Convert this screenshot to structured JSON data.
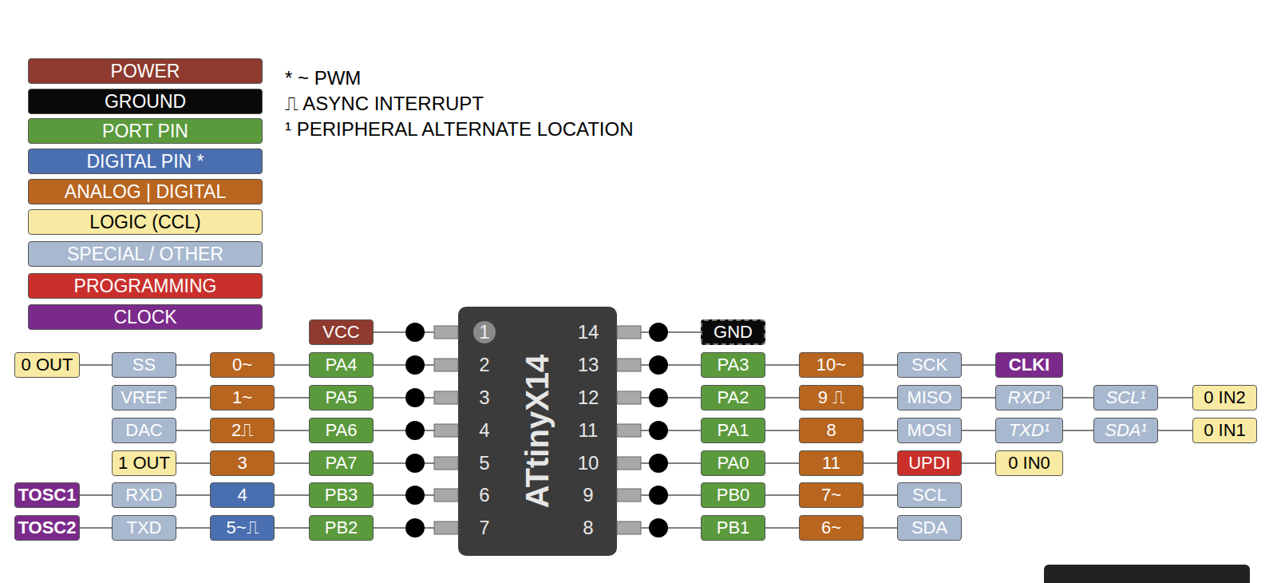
{
  "diagram": {
    "nodes": [
      {
        "text": [
          "ATtinyX14"
        ]
      },
      {
        "text": [
          "1"
        ],
        "in": 0
      },
      {
        "text": [
          "VCC"
        ]
      },
      {
        "text": [
          "GND"
        ]
      },
      {
        "text": [
          "0 OUT"
        ]
      },
      {
        "text": [
          "SS"
        ]
      },
      {
        "text": [
          "0~"
        ]
      },
      {
        "text": [
          "PA4"
        ]
      },
      {
        "text": [
          "PA3"
        ]
      },
      {
        "text": [
          "10~"
        ]
      },
      {
        "text": [
          "SCK"
        ]
      },
      {
        "text": [
          "CLKI"
        ]
      },
      {
        "text": [
          "VREF"
        ]
      },
      {
        "text": [
          "1~"
        ]
      },
      {
        "text": [
          "PA5"
        ]
      },
      {
        "text": [
          "PA2"
        ]
      },
      {
        "text": [
          "9 ⎍"
        ]
      },
      {
        "text": [
          "MISO"
        ]
      },
      {
        "text": [
          "RXD¹"
        ]
      },
      {
        "text": [
          "SCL¹"
        ]
      },
      {
        "text": [
          "0 IN2"
        ]
      },
      {
        "text": [
          "DAC"
        ]
      },
      {
        "text": [
          "2⎍"
        ]
      },
      {
        "text": [
          "PA6"
        ]
      },
      {
        "text": [
          "PA1"
        ]
      },
      {
        "text": [
          "8"
        ]
      },
      {
        "text": [
          "MOSI"
        ]
      },
      {
        "text": [
          "TXD¹"
        ]
      },
      {
        "text": [
          "SDA¹"
        ]
      },
      {
        "text": [
          "0 IN1"
        ]
      },
      {
        "text": [
          "1 OUT"
        ]
      },
      {
        "text": [
          "3"
        ]
      },
      {
        "text": [
          "PA7"
        ]
      },
      {
        "text": [
          "PA0"
        ]
      },
      {
        "text": [
          "11"
        ]
      },
      {
        "text": [
          "UPDI"
        ]
      },
      {
        "text": [
          "0 IN0"
        ]
      },
      {
        "text": [
          "TOSC1"
        ]
      },
      {
        "text": [
          "RXD"
        ]
      },
      {
        "text": [
          "4"
        ]
      },
      {
        "text": [
          "PB3"
        ]
      },
      {
        "text": [
          "PB0"
        ]
      },
      {
        "text": [
          "7~"
        ]
      },
      {
        "text": [
          "SCL"
        ]
      },
      {
        "text": [
          "TOSC2"
        ]
      },
      {
        "text": [
          "TXD"
        ]
      },
      {
        "text": [
          "5~⎍"
        ]
      },
      {
        "text": [
          "PB2"
        ]
      },
      {
        "text": [
          "PB1"
        ]
      },
      {
        "text": [
          "6~"
        ]
      },
      {
        "text": [
          "SDA"
        ]
      }
    ],
    "edges": [
      {
        "from": 2,
        "to": 0,
        "arrow": "none"
      },
      {
        "from": 0,
        "to": 3,
        "arrow": "none"
      },
      {
        "from": 4,
        "to": 5,
        "arrow": "none"
      },
      {
        "from": 5,
        "to": 6,
        "arrow": "none"
      },
      {
        "from": 6,
        "to": 7,
        "arrow": "none"
      },
      {
        "from": 7,
        "to": 0,
        "arrow": "none"
      },
      {
        "from": 0,
        "to": 8,
        "arrow": "none"
      },
      {
        "from": 8,
        "to": 9,
        "arrow": "none"
      },
      {
        "from": 9,
        "to": 10,
        "arrow": "none"
      },
      {
        "from": 10,
        "to": 11,
        "arrow": "none"
      },
      {
        "from": 12,
        "to": 13,
        "arrow": "none"
      },
      {
        "from": 13,
        "to": 14,
        "arrow": "none"
      },
      {
        "from": 14,
        "to": 0,
        "arrow": "none"
      },
      {
        "from": 0,
        "to": 15,
        "arrow": "none"
      },
      {
        "from": 15,
        "to": 16,
        "arrow": "none"
      },
      {
        "from": 16,
        "to": 17,
        "arrow": "none"
      },
      {
        "from": 17,
        "to": 18,
        "arrow": "none"
      },
      {
        "from": 18,
        "to": 19,
        "arrow": "none"
      },
      {
        "from": 19,
        "to": 20,
        "arrow": "none"
      },
      {
        "from": 21,
        "to": 22,
        "arrow": "none"
      },
      {
        "from": 22,
        "to": 23,
        "arrow": "none"
      },
      {
        "from": 23,
        "to": 0,
        "arrow": "none"
      },
      {
        "from": 0,
        "to": 24,
        "arrow": "none"
      },
      {
        "from": 24,
        "to": 25,
        "arrow": "none"
      },
      {
        "from": 25,
        "to": 26,
        "arrow": "none"
      },
      {
        "from": 26,
        "to": 27,
        "arrow": "none"
      },
      {
        "from": 27,
        "to": 28,
        "arrow": "none"
      },
      {
        "from": 28,
        "to": 29,
        "arrow": "none"
      },
      {
        "from": 30,
        "to": 31,
        "arrow": "none"
      },
      {
        "from": 31,
        "to": 32,
        "arrow": "none"
      },
      {
        "from": 32,
        "to": 0,
        "arrow": "none"
      },
      {
        "from": 0,
        "to": 33,
        "arrow": "none"
      },
      {
        "from": 33,
        "to": 34,
        "arrow": "none"
      },
      {
        "from": 34,
        "to": 35,
        "arrow": "none"
      },
      {
        "from": 35,
        "to": 36,
        "arrow": "none"
      },
      {
        "from": 37,
        "to": 38,
        "arrow": "none"
      },
      {
        "from": 38,
        "to": 39,
        "arrow": "none"
      },
      {
        "from": 39,
        "to": 40,
        "arrow": "none"
      },
      {
        "from": 40,
        "to": 0,
        "arrow": "none"
      },
      {
        "from": 0,
        "to": 41,
        "arrow": "none"
      },
      {
        "from": 41,
        "to": 42,
        "arrow": "none"
      },
      {
        "from": 42,
        "to": 43,
        "arrow": "none"
      },
      {
        "from": 44,
        "to": 45,
        "arrow": "none"
      },
      {
        "from": 45,
        "to": 46,
        "arrow": "none"
      },
      {
        "from": 46,
        "to": 47,
        "arrow": "none"
      },
      {
        "from": 47,
        "to": 0,
        "arrow": "none"
      },
      {
        "from": 0,
        "to": 48,
        "arrow": "none"
      },
      {
        "from": 48,
        "to": 49,
        "arrow": "none"
      },
      {
        "from": 49,
        "to": 50,
        "arrow": "none"
      }
    ],
    "labels": [
      "2",
      "3",
      "4",
      "5",
      "6",
      "7",
      "8",
      "9",
      "10",
      "11",
      "12",
      "13",
      "14"
    ],
    "legend": [
      {
        "text": "POWER",
        "color": "#8e3a2e"
      },
      {
        "text": "GROUND",
        "color": "#0a0a0a"
      },
      {
        "text": "PORT PIN",
        "color": "#5b9a3c"
      },
      {
        "text": "DIGITAL PIN *",
        "color": "#4a6fb0"
      },
      {
        "text": "ANALOG | DIGITAL",
        "color": "#b8651f"
      },
      {
        "text": "LOGIC (CCL)",
        "color": "#f8eaa2"
      },
      {
        "text": "SPECIAL / OTHER",
        "color": "#a8b8cf"
      },
      {
        "text": "PROGRAMMING",
        "color": "#c9302c"
      },
      {
        "text": "CLOCK",
        "color": "#7b2a8b"
      },
      {
        "text": "* ~  PWM"
      },
      {
        "text": "⎍ ASYNC INTERRUPT"
      },
      {
        "text": "¹ PERIPHERAL ALTERNATE LOCATION"
      }
    ]
  }
}
